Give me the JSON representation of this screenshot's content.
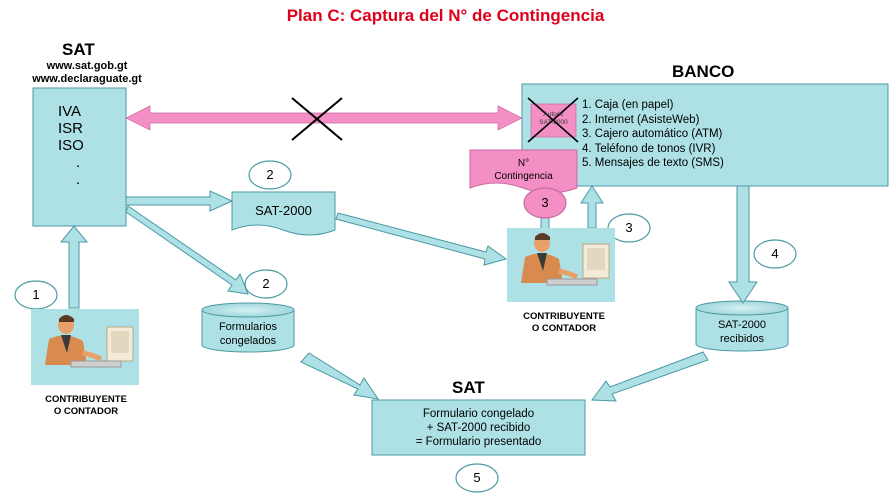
{
  "title": "Plan C: Captura del N° de Contingencia",
  "sat_left": {
    "heading": "SAT",
    "urls": [
      "www.sat.gob.gt",
      "www.declaraguate.gt"
    ],
    "taxes": [
      "IVA",
      "ISR",
      "ISO",
      ".",
      "."
    ]
  },
  "banco": {
    "heading": "BANCO",
    "channels": [
      "1. Caja (en papel)",
      "2. Internet  (AsisteWeb)",
      "3. Cajero automático (ATM)",
      "4. Teléfono de tonos (IVR)",
      "5. Mensajes de texto (SMS)"
    ],
    "crossed_stamp": [
      "Autoriz",
      "SAT-2000"
    ]
  },
  "contingencia": [
    "N°",
    "Contingencia"
  ],
  "sat2000_doc": "SAT-2000",
  "formularios": [
    "Formularios",
    "congelados"
  ],
  "sat2000_recibidos": [
    "SAT-2000",
    "recibidos"
  ],
  "sat_bottom": {
    "heading": "SAT",
    "lines": [
      "Formulario congelado",
      "+ SAT-2000 recibido",
      "= Formulario presentado"
    ]
  },
  "contribuyente": [
    "CONTRIBUYENTE",
    "O CONTADOR"
  ],
  "step_numbers": [
    "1",
    "2",
    "2",
    "3",
    "3",
    "4",
    "5"
  ],
  "colors": {
    "title": "#e0001b",
    "box_fill": "#aee1e6",
    "arrow_fill": "#aee1e6",
    "pink": "#f38fc4",
    "cross": "#000000"
  }
}
